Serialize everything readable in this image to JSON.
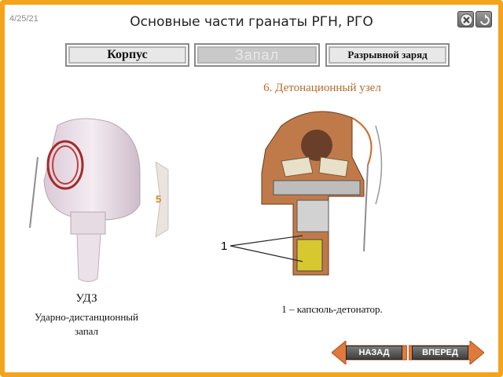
{
  "date": "4/25/21",
  "title": "Основные части гранаты РГН, РГО",
  "tabs": [
    {
      "label": "Корпус"
    },
    {
      "label": "Запал"
    },
    {
      "label": "Разрывной заряд"
    }
  ],
  "subtitle": "6. Детонационный узел",
  "step_number": "5",
  "callout_number": "1",
  "left_caption_title": "УДЗ",
  "left_caption_line1": "Ударно-дистанционный",
  "left_caption_line2": "запал",
  "caption": "1 – капсюль-детонатор.",
  "nav": {
    "prev_label": "НАЗАД",
    "next_label": "ВПЕРЕД"
  },
  "icons": {
    "close": "close-icon",
    "home": "home-icon"
  },
  "colors": {
    "frame": "#f3a41c",
    "subtitle": "#b56a2a",
    "nav_arrow": "#e07a3c"
  }
}
